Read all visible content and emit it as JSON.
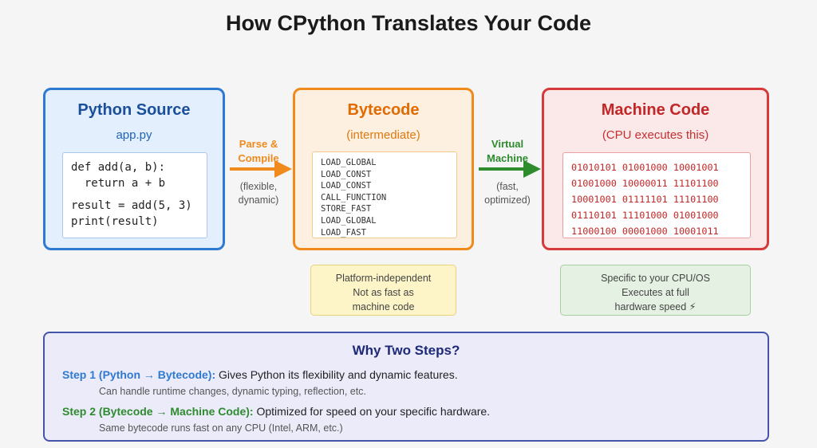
{
  "title": "How CPython Translates Your Code",
  "source": {
    "title": "Python Source",
    "subtitle": "app.py",
    "code": [
      "def add(a, b):",
      "  return a + b",
      "result = add(5, 3)",
      "print(result)"
    ]
  },
  "bytecode": {
    "title": "Bytecode",
    "subtitle": "(intermediate)",
    "instructions": [
      "LOAD_GLOBAL",
      "LOAD_CONST",
      "LOAD_CONST",
      "CALL_FUNCTION",
      "STORE_FAST",
      "LOAD_GLOBAL",
      "LOAD_FAST"
    ],
    "note": [
      "Platform-independent",
      "Not as fast as",
      "machine code"
    ]
  },
  "machine": {
    "title": "Machine Code",
    "subtitle": "(CPU executes this)",
    "binary": [
      "01010101 01001000 10001001",
      "01001000 10000011 11101100",
      "10001001 01111101 11101100",
      "01110101 11101000 01001000",
      "11000100 00001000 10001011"
    ],
    "note": [
      "Specific to your CPU/OS",
      "Executes at full",
      "hardware speed ⚡"
    ]
  },
  "arrows": {
    "compile": {
      "label": [
        "Parse &",
        "Compile"
      ],
      "note": [
        "(flexible,",
        "dynamic)"
      ],
      "color": "#f08a1c"
    },
    "vm": {
      "label": [
        "Virtual",
        "Machine"
      ],
      "note": [
        "(fast,",
        "optimized)"
      ],
      "color": "#2e8b2e"
    }
  },
  "why": {
    "title": "Why Two Steps?",
    "step1": {
      "lead": "Step 1 (Python → Bytecode):",
      "text": " Gives Python its flexibility and dynamic features.",
      "detail": "Can handle runtime changes, dynamic typing, reflection, etc."
    },
    "step2": {
      "lead": "Step 2 (Bytecode → Machine Code):",
      "text": " Optimized for speed on your specific hardware.",
      "detail": "Same bytecode runs fast on any CPU (Intel, ARM, etc.)"
    }
  }
}
